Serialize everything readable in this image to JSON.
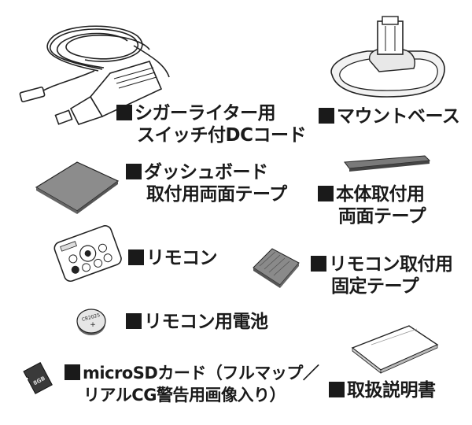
{
  "items": [
    {
      "id": "dc-cord",
      "lines": [
        "シガーライター用",
        "スイッチ付DCコード"
      ]
    },
    {
      "id": "mount-base",
      "lines": [
        "マウントベース"
      ]
    },
    {
      "id": "dash-tape",
      "lines": [
        "ダッシュボード",
        "取付用両面テープ"
      ]
    },
    {
      "id": "body-tape",
      "lines": [
        "本体取付用",
        "両面テープ"
      ]
    },
    {
      "id": "remote",
      "lines": [
        "リモコン"
      ]
    },
    {
      "id": "remote-tape",
      "lines": [
        "リモコン取付用",
        "固定テープ"
      ]
    },
    {
      "id": "battery",
      "lines": [
        "リモコン用電池"
      ]
    },
    {
      "id": "microsd",
      "lines": [
        "microSDカード（フルマップ／",
        "リアルCG警告用画像入り）"
      ]
    },
    {
      "id": "manual",
      "lines": [
        "取扱説明書"
      ]
    }
  ],
  "illustration_text": {
    "battery": "CR2025",
    "microsd": "8GB"
  }
}
